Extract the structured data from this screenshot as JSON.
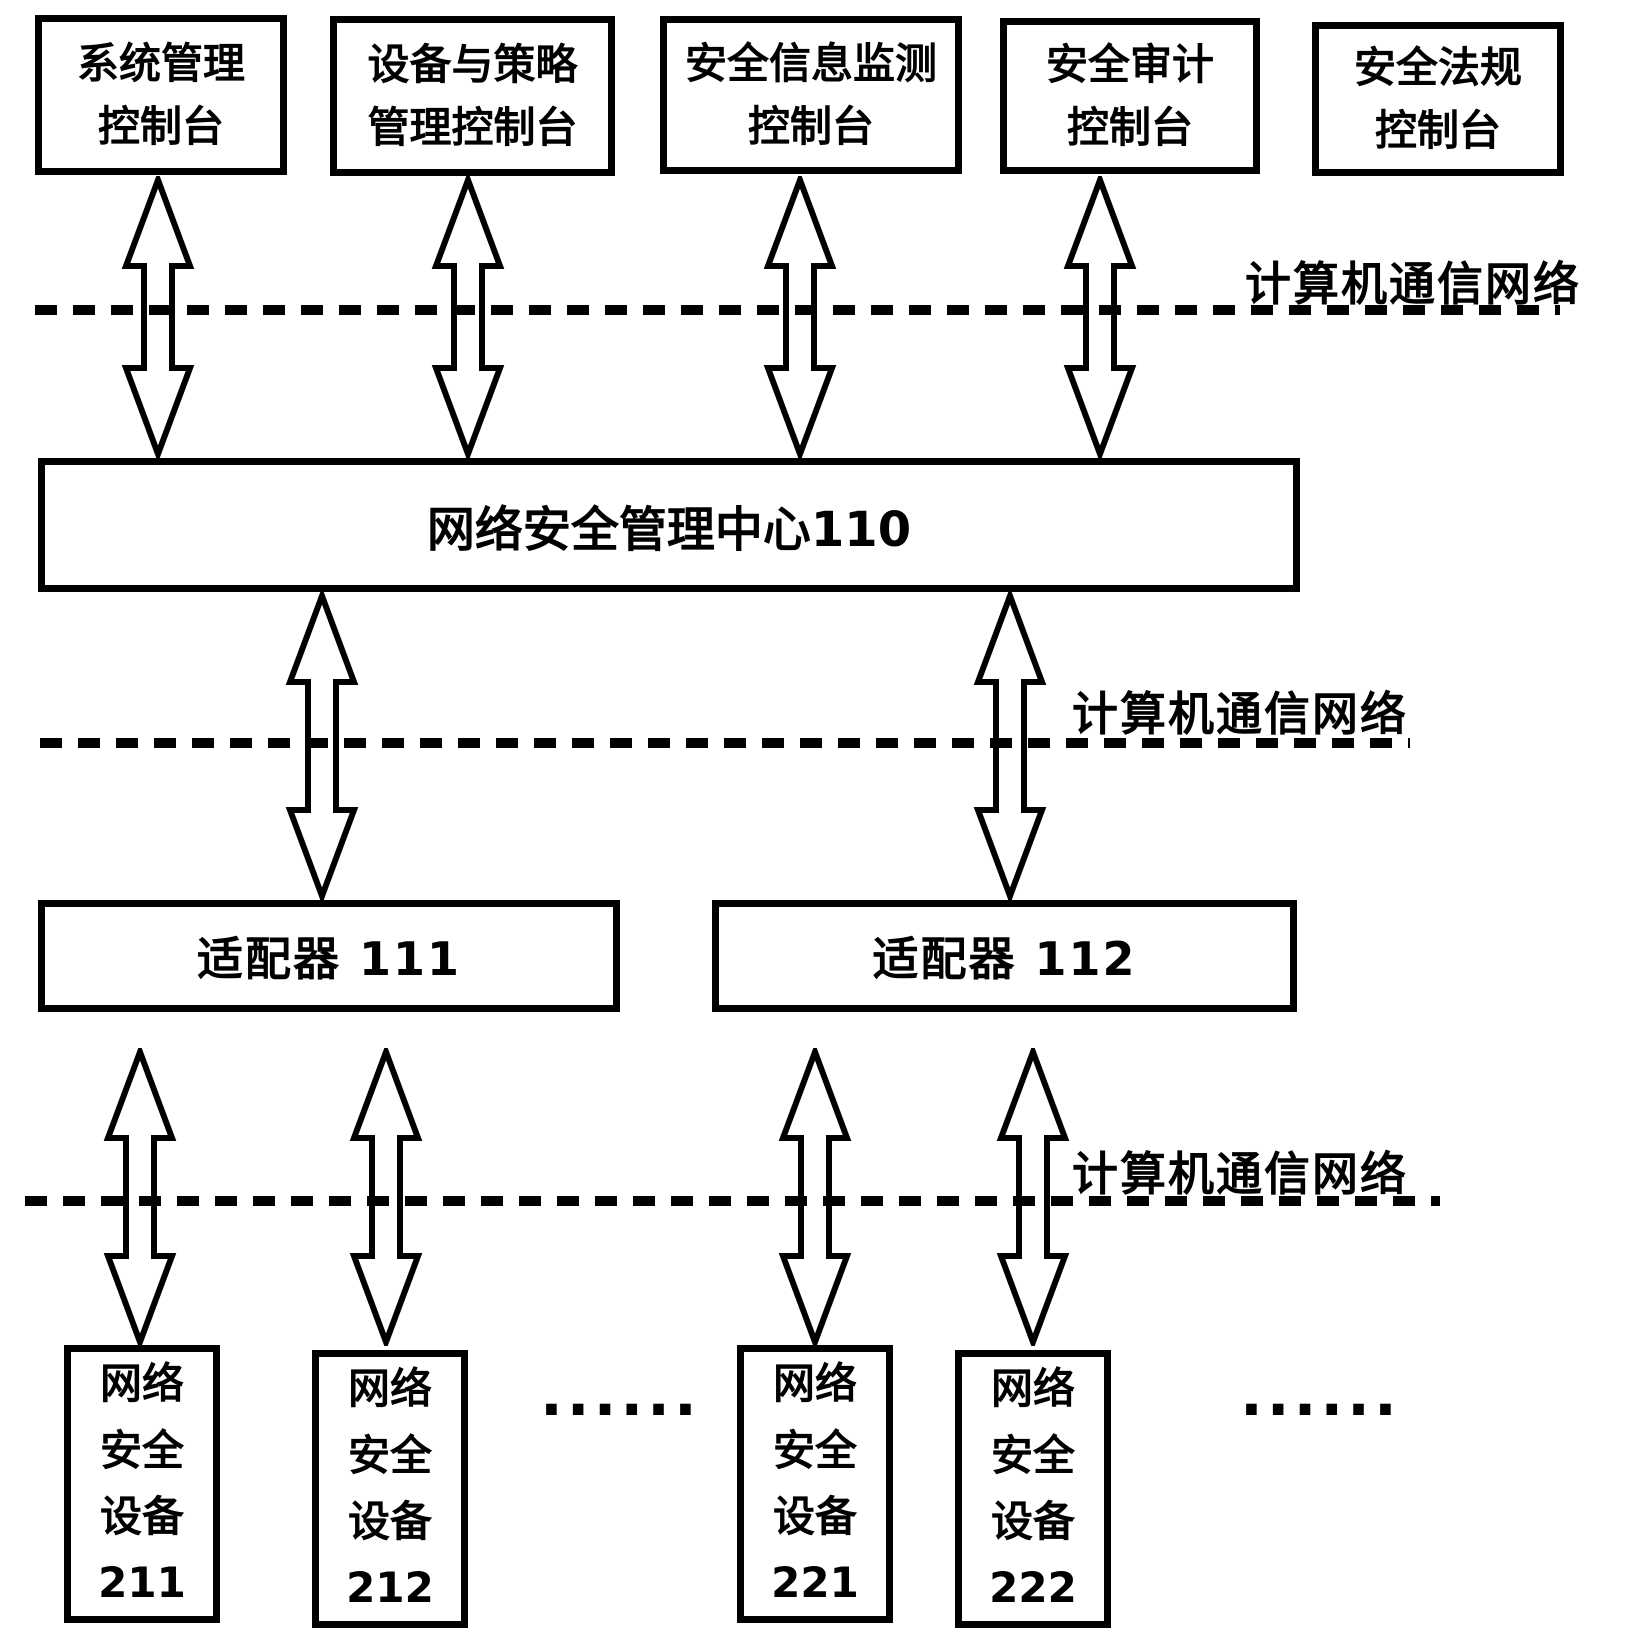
{
  "figure": {
    "type": "network-security-management-architecture-diagram"
  },
  "top_consoles": [
    {
      "lines": [
        "系统管理",
        "控制台"
      ]
    },
    {
      "lines": [
        "设备与策略",
        "管理控制台"
      ]
    },
    {
      "lines": [
        "安全信息监测",
        "控制台"
      ]
    },
    {
      "lines": [
        "安全审计",
        "控制台"
      ]
    },
    {
      "lines": [
        "安全法规",
        "控制台"
      ]
    }
  ],
  "network_labels": [
    "计算机通信网络",
    "计算机通信网络",
    "计算机通信网络"
  ],
  "management_center": {
    "label": "网络安全管理中心110"
  },
  "adapters": [
    {
      "label": "适配器 111"
    },
    {
      "label": "适配器  112"
    }
  ],
  "devices": [
    {
      "lines": [
        "网络",
        "安全",
        "设备",
        "211"
      ]
    },
    {
      "lines": [
        "网络",
        "安全",
        "设备",
        "212"
      ]
    },
    {
      "lines": [
        "网络",
        "安全",
        "设备",
        "221"
      ]
    },
    {
      "lines": [
        "网络",
        "安全",
        "设备",
        "222"
      ]
    }
  ],
  "ellipsis": [
    "......",
    "......"
  ],
  "colors": {
    "ink": "#000000",
    "paper": "#ffffff"
  }
}
